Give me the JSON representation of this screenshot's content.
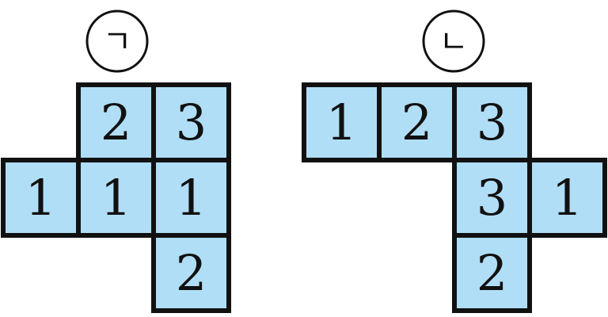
{
  "nets": [
    {
      "label": "ㄱ",
      "cells": [
        {
          "value": "2"
        },
        {
          "value": "3"
        },
        {
          "value": "1"
        },
        {
          "value": "1"
        },
        {
          "value": "1"
        },
        {
          "value": "2"
        }
      ]
    },
    {
      "label": "ㄴ",
      "cells": [
        {
          "value": "1"
        },
        {
          "value": "2"
        },
        {
          "value": "3"
        },
        {
          "value": "3"
        },
        {
          "value": "1"
        },
        {
          "value": "2"
        }
      ]
    }
  ],
  "colors": {
    "cell_fill": "#b0def6",
    "stroke": "#111111",
    "background": "#ffffff"
  }
}
